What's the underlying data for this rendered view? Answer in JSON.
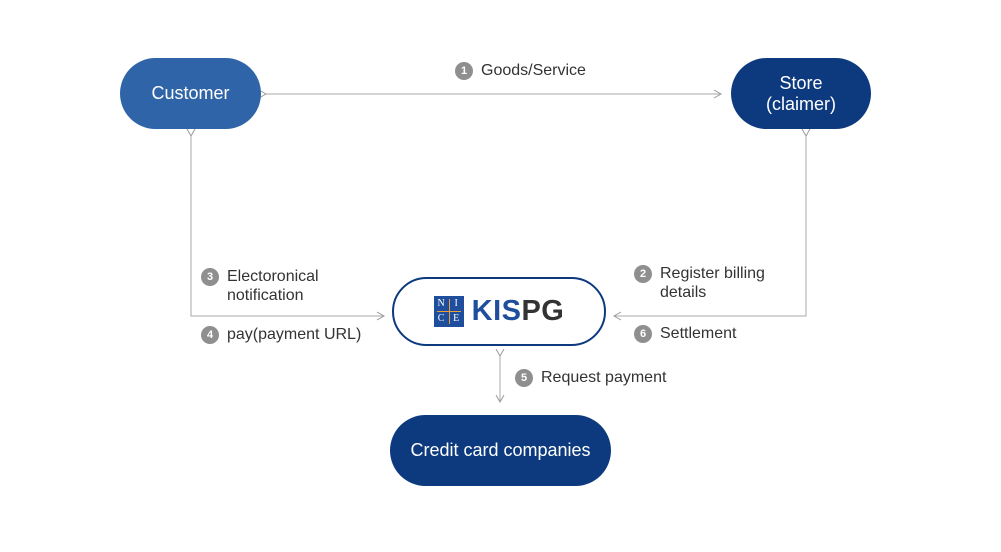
{
  "nodes": {
    "customer": "Customer",
    "store_line1": "Store",
    "store_line2": "(claimer)",
    "credit_cards": "Credit card companies"
  },
  "kispg_logo": {
    "nice_letters": [
      "N",
      "I",
      "C",
      "E"
    ],
    "kis": "KIS",
    "pg": "PG"
  },
  "steps": [
    {
      "num": "1",
      "lines": [
        "Goods/Service"
      ]
    },
    {
      "num": "2",
      "lines": [
        "Register billing",
        "details"
      ]
    },
    {
      "num": "3",
      "lines": [
        "Electoronical",
        "notification"
      ]
    },
    {
      "num": "4",
      "lines": [
        "pay(payment URL)"
      ]
    },
    {
      "num": "5",
      "lines": [
        "Request payment"
      ]
    },
    {
      "num": "6",
      "lines": [
        "Settlement"
      ]
    }
  ],
  "colors": {
    "customer": "#2f64a8",
    "dark_navy": "#0d3a7e",
    "badge": "#8f8f8f",
    "line": "#aaaaaa"
  }
}
